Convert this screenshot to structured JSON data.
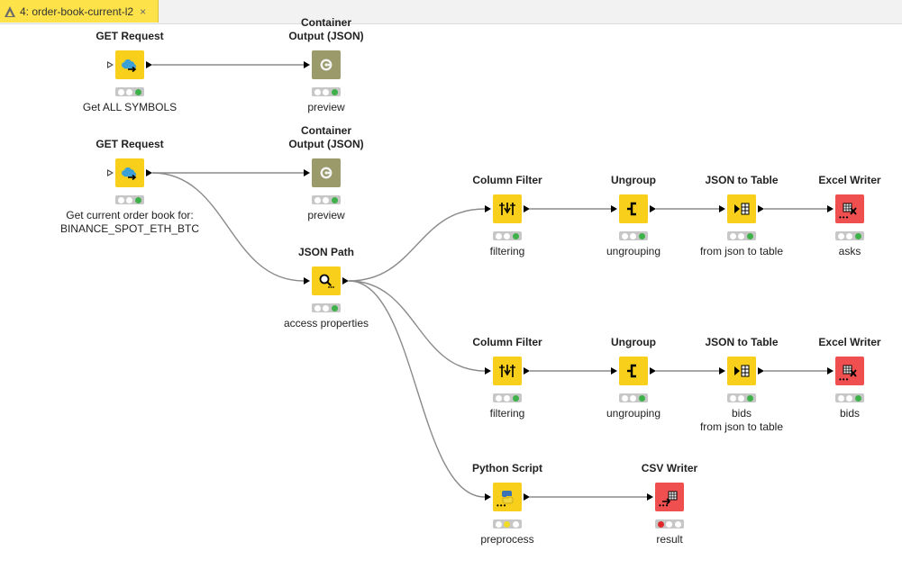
{
  "tab": {
    "title": "4: order-book-current-l2",
    "close": "×"
  },
  "nodes": [
    {
      "id": "get1",
      "title_lines": [
        "GET Request"
      ],
      "label_lines": [
        "Get ALL SYMBOLS"
      ],
      "color": "yellow",
      "icon": "cloud-get-icon",
      "status": [
        "empty",
        "empty",
        "green"
      ]
    },
    {
      "id": "out1",
      "title_lines": [
        "Container",
        "Output (JSON)"
      ],
      "label_lines": [
        "preview"
      ],
      "color": "olive",
      "icon": "container-output-icon",
      "status": [
        "empty",
        "empty",
        "green"
      ]
    },
    {
      "id": "get2",
      "title_lines": [
        "GET Request"
      ],
      "label_lines": [
        "Get current order book for:",
        "BINANCE_SPOT_ETH_BTC"
      ],
      "color": "yellow",
      "icon": "cloud-get-icon",
      "status": [
        "empty",
        "empty",
        "green"
      ]
    },
    {
      "id": "out2",
      "title_lines": [
        "Container",
        "Output (JSON)"
      ],
      "label_lines": [
        "preview"
      ],
      "color": "olive",
      "icon": "container-output-icon",
      "status": [
        "empty",
        "empty",
        "green"
      ]
    },
    {
      "id": "jsonpath",
      "title_lines": [
        "JSON Path"
      ],
      "label_lines": [
        "access properties"
      ],
      "color": "yellow",
      "icon": "json-path-icon",
      "status": [
        "empty",
        "empty",
        "green"
      ]
    },
    {
      "id": "cf1",
      "title_lines": [
        "Column Filter"
      ],
      "label_lines": [
        "filtering"
      ],
      "color": "yellow",
      "icon": "column-filter-icon",
      "status": [
        "empty",
        "empty",
        "green"
      ]
    },
    {
      "id": "ug1",
      "title_lines": [
        "Ungroup"
      ],
      "label_lines": [
        "ungrouping"
      ],
      "color": "yellow",
      "icon": "ungroup-icon",
      "status": [
        "empty",
        "empty",
        "green"
      ]
    },
    {
      "id": "jt1",
      "title_lines": [
        "JSON to Table"
      ],
      "label_lines": [
        "from json to table"
      ],
      "color": "yellow",
      "icon": "json-to-table-icon",
      "status": [
        "empty",
        "empty",
        "green"
      ]
    },
    {
      "id": "xw1",
      "title_lines": [
        "Excel Writer"
      ],
      "label_lines": [
        "asks"
      ],
      "color": "red",
      "icon": "excel-writer-icon",
      "status": [
        "empty",
        "empty",
        "green"
      ]
    },
    {
      "id": "cf2",
      "title_lines": [
        "Column Filter"
      ],
      "label_lines": [
        "filtering"
      ],
      "color": "yellow",
      "icon": "column-filter-icon",
      "status": [
        "empty",
        "empty",
        "green"
      ]
    },
    {
      "id": "ug2",
      "title_lines": [
        "Ungroup"
      ],
      "label_lines": [
        "ungrouping"
      ],
      "color": "yellow",
      "icon": "ungroup-icon",
      "status": [
        "empty",
        "empty",
        "green"
      ]
    },
    {
      "id": "jt2",
      "title_lines": [
        "JSON to Table"
      ],
      "label_lines": [
        "bids",
        "from json to table"
      ],
      "color": "yellow",
      "icon": "json-to-table-icon",
      "status": [
        "empty",
        "empty",
        "green"
      ]
    },
    {
      "id": "xw2",
      "title_lines": [
        "Excel Writer"
      ],
      "label_lines": [
        "bids"
      ],
      "color": "red",
      "icon": "excel-writer-icon",
      "status": [
        "empty",
        "empty",
        "green"
      ]
    },
    {
      "id": "py",
      "title_lines": [
        "Python Script"
      ],
      "label_lines": [
        "preprocess"
      ],
      "color": "yellow",
      "icon": "python-script-icon",
      "status": [
        "empty",
        "yellow",
        "empty"
      ]
    },
    {
      "id": "csv",
      "title_lines": [
        "CSV Writer"
      ],
      "label_lines": [
        "result"
      ],
      "color": "red",
      "icon": "csv-writer-icon",
      "status": [
        "red",
        "empty",
        "empty"
      ]
    }
  ],
  "connections": [
    [
      "get1",
      "out1"
    ],
    [
      "get2",
      "out2"
    ],
    [
      "get2",
      "jsonpath"
    ],
    [
      "jsonpath",
      "cf1"
    ],
    [
      "jsonpath",
      "cf2"
    ],
    [
      "jsonpath",
      "py"
    ],
    [
      "cf1",
      "ug1"
    ],
    [
      "ug1",
      "jt1"
    ],
    [
      "jt1",
      "xw1"
    ],
    [
      "cf2",
      "ug2"
    ],
    [
      "ug2",
      "jt2"
    ],
    [
      "jt2",
      "xw2"
    ],
    [
      "py",
      "csv"
    ]
  ]
}
